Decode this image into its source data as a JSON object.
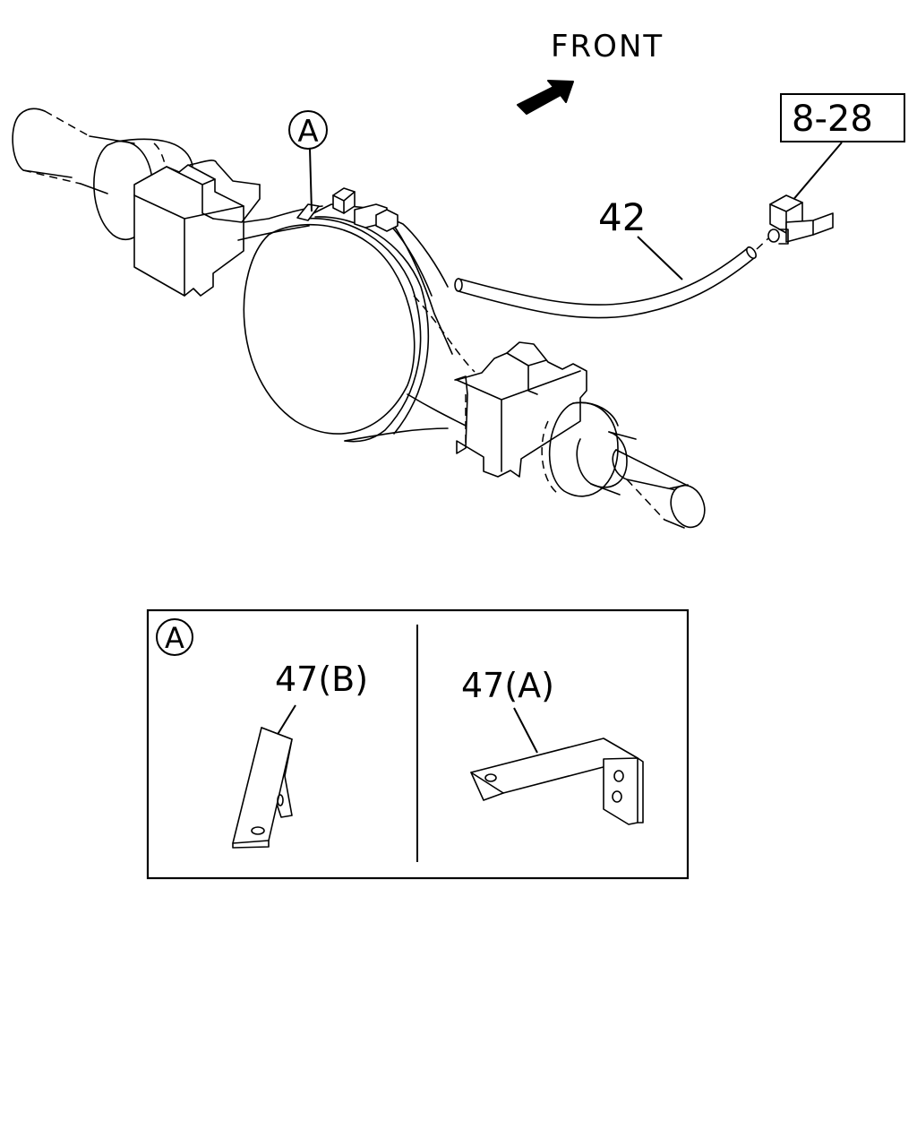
{
  "front_label": "FRONT",
  "ref_box_label": "8-28",
  "callouts": {
    "main_a": "A",
    "hose": "42",
    "detail_a": "A",
    "bracket_b": "47(B)",
    "bracket_a": "47(A)"
  },
  "colors": {
    "line": "#000000",
    "background": "#ffffff"
  }
}
